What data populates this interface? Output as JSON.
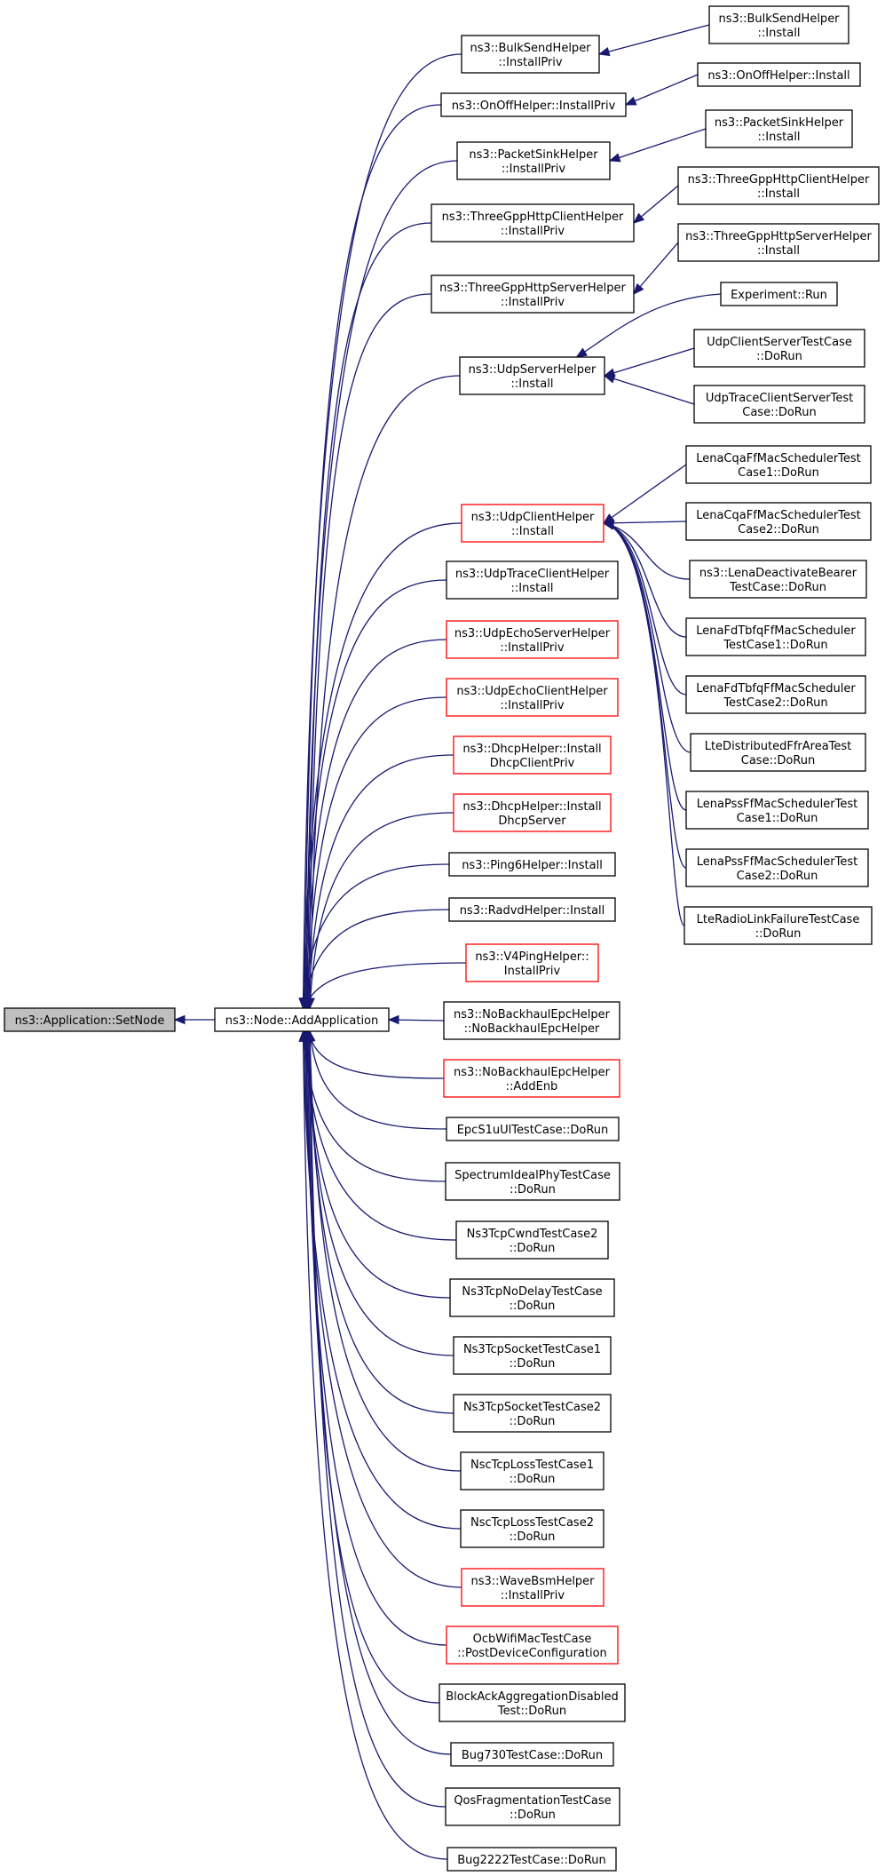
{
  "colors": {
    "edge": "#191970",
    "border_normal": "#000000",
    "border_truncated": "#ff0000",
    "fill_current": "#bfbfbf",
    "fill_normal": "#ffffff"
  },
  "nodes": [
    {
      "id": "setnode",
      "lines": [
        "ns3::Application::SetNode"
      ],
      "style": "current"
    },
    {
      "id": "addapp",
      "lines": [
        "ns3::Node::AddApplication"
      ],
      "style": "normal"
    },
    {
      "id": "bulk_priv",
      "lines": [
        "ns3::BulkSendHelper",
        "::InstallPriv"
      ],
      "style": "normal"
    },
    {
      "id": "onoff_priv",
      "lines": [
        "ns3::OnOffHelper::InstallPriv"
      ],
      "style": "normal"
    },
    {
      "id": "sink_priv",
      "lines": [
        "ns3::PacketSinkHelper",
        "::InstallPriv"
      ],
      "style": "normal"
    },
    {
      "id": "httpc_priv",
      "lines": [
        "ns3::ThreeGppHttpClientHelper",
        "::InstallPriv"
      ],
      "style": "normal"
    },
    {
      "id": "https_priv",
      "lines": [
        "ns3::ThreeGppHttpServerHelper",
        "::InstallPriv"
      ],
      "style": "normal"
    },
    {
      "id": "udpserver",
      "lines": [
        "ns3::UdpServerHelper",
        "::Install"
      ],
      "style": "normal"
    },
    {
      "id": "udpclient",
      "lines": [
        "ns3::UdpClientHelper",
        "::Install"
      ],
      "style": "truncated"
    },
    {
      "id": "udptrace",
      "lines": [
        "ns3::UdpTraceClientHelper",
        "::Install"
      ],
      "style": "normal"
    },
    {
      "id": "echoserver",
      "lines": [
        "ns3::UdpEchoServerHelper",
        "::InstallPriv"
      ],
      "style": "truncated"
    },
    {
      "id": "echoclient",
      "lines": [
        "ns3::UdpEchoClientHelper",
        "::InstallPriv"
      ],
      "style": "truncated"
    },
    {
      "id": "dhcpclient",
      "lines": [
        "ns3::DhcpHelper::Install",
        "DhcpClientPriv"
      ],
      "style": "truncated"
    },
    {
      "id": "dhcpserver",
      "lines": [
        "ns3::DhcpHelper::Install",
        "DhcpServer"
      ],
      "style": "truncated"
    },
    {
      "id": "ping6",
      "lines": [
        "ns3::Ping6Helper::Install"
      ],
      "style": "normal"
    },
    {
      "id": "radvd",
      "lines": [
        "ns3::RadvdHelper::Install"
      ],
      "style": "normal"
    },
    {
      "id": "v4ping",
      "lines": [
        "ns3::V4PingHelper::",
        "InstallPriv"
      ],
      "style": "truncated"
    },
    {
      "id": "nobh_ctor",
      "lines": [
        "ns3::NoBackhaulEpcHelper",
        "::NoBackhaulEpcHelper"
      ],
      "style": "normal"
    },
    {
      "id": "nobh_addenb",
      "lines": [
        "ns3::NoBackhaulEpcHelper",
        "::AddEnb"
      ],
      "style": "truncated"
    },
    {
      "id": "epcs1u",
      "lines": [
        "EpcS1uUlTestCase::DoRun"
      ],
      "style": "normal"
    },
    {
      "id": "spectrum",
      "lines": [
        "SpectrumIdealPhyTestCase",
        "::DoRun"
      ],
      "style": "normal"
    },
    {
      "id": "cwnd2",
      "lines": [
        "Ns3TcpCwndTestCase2",
        "::DoRun"
      ],
      "style": "normal"
    },
    {
      "id": "nodelay",
      "lines": [
        "Ns3TcpNoDelayTestCase",
        "::DoRun"
      ],
      "style": "normal"
    },
    {
      "id": "socket1",
      "lines": [
        "Ns3TcpSocketTestCase1",
        "::DoRun"
      ],
      "style": "normal"
    },
    {
      "id": "socket2",
      "lines": [
        "Ns3TcpSocketTestCase2",
        "::DoRun"
      ],
      "style": "normal"
    },
    {
      "id": "nscloss1",
      "lines": [
        "NscTcpLossTestCase1",
        "::DoRun"
      ],
      "style": "normal"
    },
    {
      "id": "nscloss2",
      "lines": [
        "NscTcpLossTestCase2",
        "::DoRun"
      ],
      "style": "normal"
    },
    {
      "id": "wavebsm",
      "lines": [
        "ns3::WaveBsmHelper",
        "::InstallPriv"
      ],
      "style": "truncated"
    },
    {
      "id": "ocbwifi",
      "lines": [
        "OcbWifiMacTestCase",
        "::PostDeviceConfiguration"
      ],
      "style": "truncated"
    },
    {
      "id": "blockack",
      "lines": [
        "BlockAckAggregationDisabled",
        "Test::DoRun"
      ],
      "style": "normal"
    },
    {
      "id": "bug730",
      "lines": [
        "Bug730TestCase::DoRun"
      ],
      "style": "normal"
    },
    {
      "id": "qosfrag",
      "lines": [
        "QosFragmentationTestCase",
        "::DoRun"
      ],
      "style": "normal"
    },
    {
      "id": "bug2222",
      "lines": [
        "Bug2222TestCase::DoRun"
      ],
      "style": "normal"
    },
    {
      "id": "bulk_install",
      "lines": [
        "ns3::BulkSendHelper",
        "::Install"
      ],
      "style": "normal"
    },
    {
      "id": "onoff_install",
      "lines": [
        "ns3::OnOffHelper::Install"
      ],
      "style": "normal"
    },
    {
      "id": "sink_install",
      "lines": [
        "ns3::PacketSinkHelper",
        "::Install"
      ],
      "style": "normal"
    },
    {
      "id": "httpc_install",
      "lines": [
        "ns3::ThreeGppHttpClientHelper",
        "::Install"
      ],
      "style": "normal"
    },
    {
      "id": "https_install",
      "lines": [
        "ns3::ThreeGppHttpServerHelper",
        "::Install"
      ],
      "style": "normal"
    },
    {
      "id": "exprun",
      "lines": [
        "Experiment::Run"
      ],
      "style": "normal"
    },
    {
      "id": "udpcs",
      "lines": [
        "UdpClientServerTestCase",
        "::DoRun"
      ],
      "style": "normal"
    },
    {
      "id": "udptcs",
      "lines": [
        "UdpTraceClientServerTest",
        "Case::DoRun"
      ],
      "style": "normal"
    },
    {
      "id": "cqa1",
      "lines": [
        "LenaCqaFfMacSchedulerTest",
        "Case1::DoRun"
      ],
      "style": "normal"
    },
    {
      "id": "cqa2",
      "lines": [
        "LenaCqaFfMacSchedulerTest",
        "Case2::DoRun"
      ],
      "style": "normal"
    },
    {
      "id": "deact",
      "lines": [
        "ns3::LenaDeactivateBearer",
        "TestCase::DoRun"
      ],
      "style": "normal"
    },
    {
      "id": "fdtbfq1",
      "lines": [
        "LenaFdTbfqFfMacScheduler",
        "TestCase1::DoRun"
      ],
      "style": "normal"
    },
    {
      "id": "fdtbfq2",
      "lines": [
        "LenaFdTbfqFfMacScheduler",
        "TestCase2::DoRun"
      ],
      "style": "normal"
    },
    {
      "id": "distffr",
      "lines": [
        "LteDistributedFfrAreaTest",
        "Case::DoRun"
      ],
      "style": "normal"
    },
    {
      "id": "pss1",
      "lines": [
        "LenaPssFfMacSchedulerTest",
        "Case1::DoRun"
      ],
      "style": "normal"
    },
    {
      "id": "pss2",
      "lines": [
        "LenaPssFfMacSchedulerTest",
        "Case2::DoRun"
      ],
      "style": "normal"
    },
    {
      "id": "rlf",
      "lines": [
        "LteRadioLinkFailureTestCase",
        "::DoRun"
      ],
      "style": "normal"
    }
  ]
}
